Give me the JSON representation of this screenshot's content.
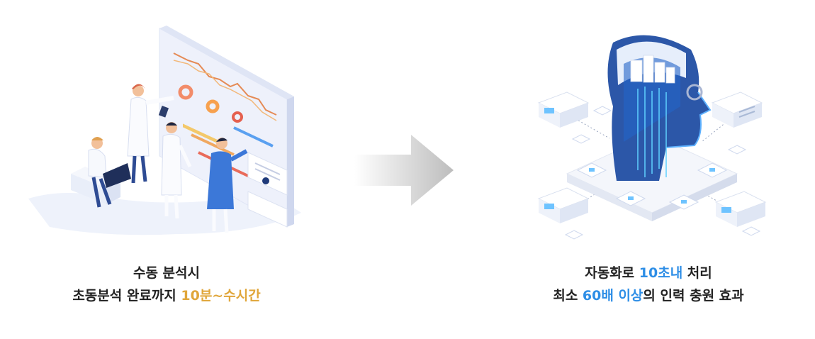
{
  "left": {
    "illustration_icon": "scientists-analyzing-dashboard",
    "caption_line1": "수동 분석시",
    "caption_line2_prefix": "초동분석 완료까지 ",
    "caption_line2_highlight": "10분~수시간"
  },
  "arrow_icon": "right-arrow",
  "right": {
    "illustration_icon": "ai-head-server-network",
    "caption_line1_prefix": "자동화로 ",
    "caption_line1_highlight": "10초내",
    "caption_line1_suffix": " 처리",
    "caption_line2_prefix": "최소 ",
    "caption_line2_highlight": "60배 이상",
    "caption_line2_suffix": "의 인력 충원 효과"
  },
  "colors": {
    "orange_accent": "#e0a63a",
    "blue_accent": "#2e8ee6",
    "text": "#222222"
  }
}
